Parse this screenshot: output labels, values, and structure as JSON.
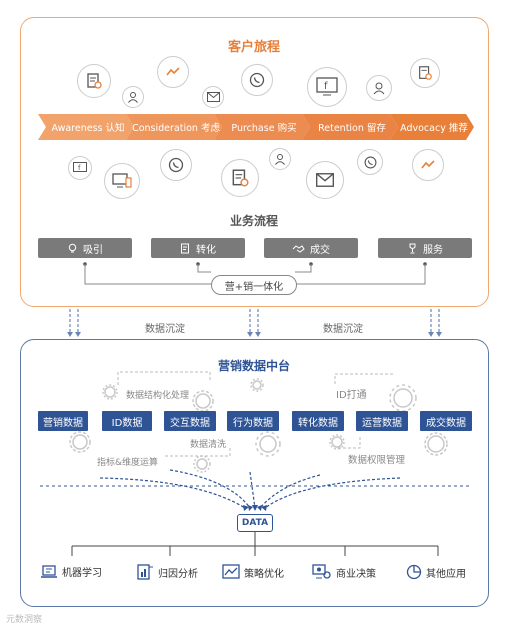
{
  "journey": {
    "title": "客户旅程",
    "stages": [
      "Awareness 认知",
      "Consideration 考虑",
      "Purchase 购买",
      "Retention 留存",
      "Advocacy 推荐"
    ]
  },
  "business": {
    "title": "业务流程",
    "steps": [
      {
        "label": "吸引",
        "icon": "lightbulb-icon"
      },
      {
        "label": "转化",
        "icon": "document-edit-icon"
      },
      {
        "label": "成交",
        "icon": "handshake-icon"
      },
      {
        "label": "服务",
        "icon": "trophy-icon"
      }
    ],
    "integration": "营+销一体化"
  },
  "flow_label_left": "数据沉淀",
  "flow_label_right": "数据沉淀",
  "platform": {
    "title": "营销数据中台",
    "modules": [
      "营销数据",
      "ID数据",
      "交互数据",
      "行为数据",
      "转化数据",
      "运营数据",
      "成交数据"
    ],
    "processes": [
      "数据结构化处理",
      "ID打通",
      "数据清洗",
      "指标&维度运算",
      "数据权限管理"
    ],
    "hub": "DATA",
    "apps": [
      {
        "label": "机器学习",
        "icon": "laptop-icon"
      },
      {
        "label": "归因分析",
        "icon": "document-chart-icon"
      },
      {
        "label": "策略优化",
        "icon": "line-chart-icon"
      },
      {
        "label": "商业决策",
        "icon": "decision-icon"
      },
      {
        "label": "其他应用",
        "icon": "pie-chart-icon"
      }
    ]
  },
  "watermark": "元数洞察",
  "colors": {
    "orange": "#E8803A",
    "blue": "#2F5496",
    "gray": "#7A7A7A"
  }
}
